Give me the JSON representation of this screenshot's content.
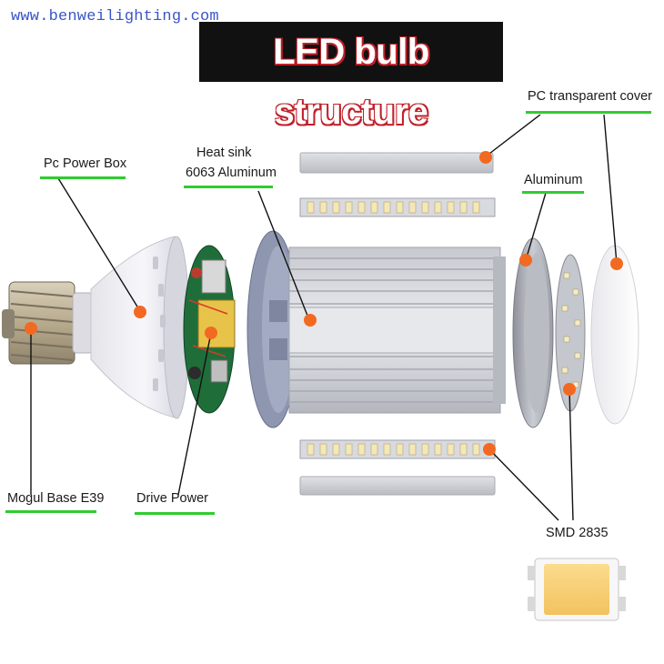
{
  "header": {
    "website": "www.benweilighting.com",
    "title": "LED bulb structure"
  },
  "labels": {
    "pc_transparent_cover": "PC transparent cover",
    "pc_power_box": "Pc Power Box",
    "heat_sink_line1": "Heat sink",
    "heat_sink_line2": "6063 Aluminum",
    "aluminum": "Aluminum",
    "mogul_base": "Mogul Base E39",
    "drive_power": "Drive Power",
    "smd": "SMD 2835"
  },
  "colors": {
    "marker": "#f26a21",
    "underline": "#2fcc2f",
    "title_bg": "#111111",
    "title_outline": "#c0202a",
    "website": "#3a55c8",
    "chip_yellow": "#f7cf73"
  }
}
